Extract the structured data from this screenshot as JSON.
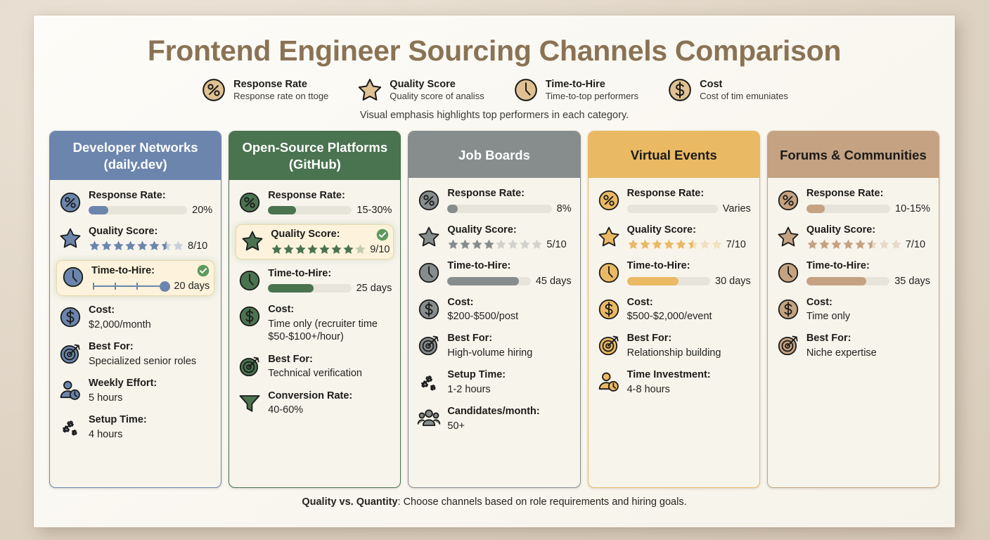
{
  "title": "Frontend Engineer Sourcing Channels Comparison",
  "legend": {
    "note": "Visual emphasis highlights top performers in each category.",
    "items": [
      {
        "icon": "percent-icon",
        "title": "Response Rate",
        "sub": "Response rate on ttoge"
      },
      {
        "icon": "star-icon",
        "title": "Quality Score",
        "sub": "Quality score of analiss"
      },
      {
        "icon": "clock-icon",
        "title": "Time-to-Hire",
        "sub": "Time-to-top performers"
      },
      {
        "icon": "dollar-icon",
        "title": "Cost",
        "sub": "Cost of tim emuniates"
      }
    ]
  },
  "footer": {
    "bold": "Quality vs. Quantity",
    "rest": ": Choose channels based on role requirements and hiring goals."
  },
  "colors": {
    "developer_networks": "#6b85ad",
    "open_source": "#4a7350",
    "job_boards": "#878c8c",
    "virtual_events": "#eab963",
    "forums": "#c4a282",
    "highlight_bg": "#fdf3dc",
    "check_green": "#5e9a5e",
    "paper": "#faf8f2",
    "title_brown": "#8a7355"
  },
  "columns": [
    {
      "id": "developer-networks",
      "title": "Developer Networks\n(daily.dev)",
      "accent": "#6b85ad",
      "accent_soft": "#ccd6e6",
      "head_text": "#ffffff",
      "rows": [
        {
          "icon": "percent-icon",
          "label": "Response Rate:",
          "kind": "bar",
          "value": "20%",
          "fill": 20,
          "highlight": false
        },
        {
          "icon": "star-icon",
          "label": "Quality Score:",
          "kind": "stars",
          "value": "8/10",
          "stars": 8,
          "highlight": false
        },
        {
          "icon": "clock-icon",
          "label": "Time-to-Hire:",
          "kind": "slider",
          "value": "20 days",
          "pos": 88,
          "highlight": true
        },
        {
          "icon": "dollar-icon",
          "label": "Cost:",
          "kind": "text",
          "value": "$2,000/month",
          "highlight": false
        },
        {
          "icon": "target-icon",
          "label": "Best For:",
          "kind": "text",
          "value": "Specialized senior roles",
          "highlight": false
        },
        {
          "icon": "person-clock-icon",
          "label": "Weekly Effort:",
          "kind": "text",
          "value": "5 hours",
          "highlight": false
        },
        {
          "icon": "gears-icon",
          "label": "Setup Time:",
          "kind": "text",
          "value": "4 hours",
          "highlight": false
        }
      ]
    },
    {
      "id": "open-source-platforms",
      "title": "Open-Source Platforms\n(GitHub)",
      "accent": "#4a7350",
      "accent_soft": "#cfdccd",
      "head_text": "#ffffff",
      "rows": [
        {
          "icon": "percent-icon",
          "label": "Response Rate:",
          "kind": "bar",
          "value": "15-30%",
          "fill": 33,
          "highlight": false
        },
        {
          "icon": "star-icon",
          "label": "Quality Score:",
          "kind": "stars",
          "value": "9/10",
          "stars": 9,
          "highlight": true
        },
        {
          "icon": "clock-icon",
          "label": "Time-to-Hire:",
          "kind": "bar",
          "value": "25 days",
          "fill": 55,
          "highlight": false
        },
        {
          "icon": "dollar-icon",
          "label": "Cost:",
          "kind": "text",
          "value": "Time only (recruiter time $50-$100+/hour)",
          "highlight": false
        },
        {
          "icon": "target-icon",
          "label": "Best For:",
          "kind": "text",
          "value": "Technical verification",
          "highlight": false
        },
        {
          "icon": "funnel-icon",
          "label": "Conversion Rate:",
          "kind": "text",
          "value": "40-60%",
          "highlight": false
        }
      ]
    },
    {
      "id": "job-boards",
      "title": "Job Boards",
      "accent": "#878c8c",
      "accent_soft": "#cfcfcb",
      "head_text": "#ffffff",
      "rows": [
        {
          "icon": "percent-icon",
          "label": "Response Rate:",
          "kind": "bar",
          "value": "8%",
          "fill": 10,
          "highlight": false
        },
        {
          "icon": "star-icon",
          "label": "Quality Score:",
          "kind": "stars",
          "value": "5/10",
          "stars": 5,
          "highlight": false
        },
        {
          "icon": "clock-icon",
          "label": "Time-to-Hire:",
          "kind": "bar",
          "value": "45 days",
          "fill": 86,
          "highlight": false
        },
        {
          "icon": "dollar-icon",
          "label": "Cost:",
          "kind": "text",
          "value": "$200-$500/post",
          "highlight": false
        },
        {
          "icon": "target-icon",
          "label": "Best For:",
          "kind": "text",
          "value": "High-volume hiring",
          "highlight": false
        },
        {
          "icon": "gears-icon",
          "label": "Setup Time:",
          "kind": "text",
          "value": "1-2 hours",
          "highlight": false
        },
        {
          "icon": "people-icon",
          "label": "Candidates/month:",
          "kind": "text",
          "value": "50+",
          "highlight": false
        }
      ]
    },
    {
      "id": "virtual-events",
      "title": "Virtual Events",
      "accent": "#eab963",
      "accent_soft": "#f7e3bf",
      "head_text": "#1b1b19",
      "rows": [
        {
          "icon": "percent-icon",
          "label": "Response Rate:",
          "kind": "bar",
          "value": "Varies",
          "fill": 0,
          "highlight": false
        },
        {
          "icon": "star-icon",
          "label": "Quality Score:",
          "kind": "stars",
          "value": "7/10",
          "stars": 7,
          "highlight": false
        },
        {
          "icon": "clock-icon",
          "label": "Time-to-Hire:",
          "kind": "bar",
          "value": "30 days",
          "fill": 62,
          "highlight": false
        },
        {
          "icon": "dollar-icon",
          "label": "Cost:",
          "kind": "text",
          "value": "$500-$2,000/event",
          "highlight": false
        },
        {
          "icon": "target-icon",
          "label": "Best For:",
          "kind": "text",
          "value": "Relationship building",
          "highlight": false
        },
        {
          "icon": "person-clock-icon",
          "label": "Time Investment:",
          "kind": "text",
          "value": "4-8 hours",
          "highlight": false
        }
      ]
    },
    {
      "id": "forums-communities",
      "title": "Forums & Communities",
      "accent": "#c4a282",
      "accent_soft": "#e3d2c0",
      "head_text": "#1b1b19",
      "rows": [
        {
          "icon": "percent-icon",
          "label": "Response Rate:",
          "kind": "bar",
          "value": "10-15%",
          "fill": 22,
          "highlight": false
        },
        {
          "icon": "star-icon",
          "label": "Quality Score:",
          "kind": "stars",
          "value": "7/10",
          "stars": 7,
          "highlight": false
        },
        {
          "icon": "clock-icon",
          "label": "Time-to-Hire:",
          "kind": "bar",
          "value": "35 days",
          "fill": 72,
          "highlight": false
        },
        {
          "icon": "dollar-icon",
          "label": "Cost:",
          "kind": "text",
          "value": "Time only",
          "highlight": false
        },
        {
          "icon": "target-icon",
          "label": "Best For:",
          "kind": "text",
          "value": "Niche expertise",
          "highlight": false
        }
      ]
    }
  ]
}
